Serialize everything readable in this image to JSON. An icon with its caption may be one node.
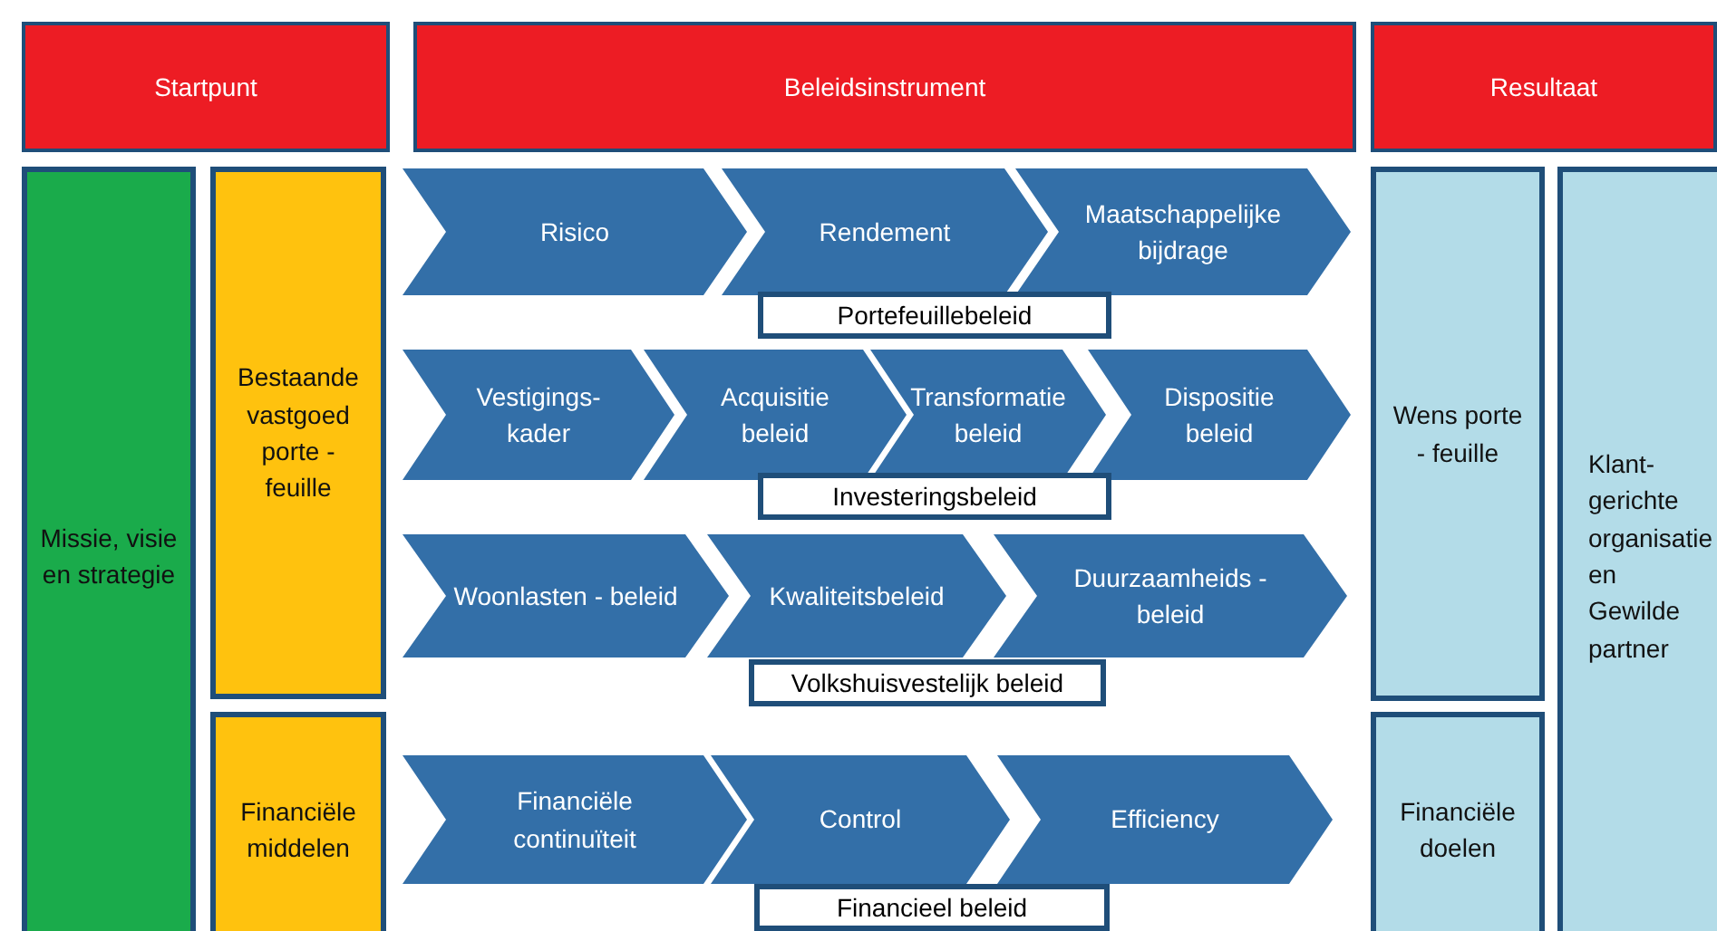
{
  "diagram": {
    "nodes": [
      {
        "text": [
          "Startpunt"
        ]
      },
      {
        "text": [
          "Beleidsinstrument"
        ]
      },
      {
        "text": [
          "Resultaat"
        ]
      },
      {
        "text": [
          "Missie, visie en strategie"
        ]
      },
      {
        "text": [
          "Bestaande vastgoed porte - feuille"
        ]
      },
      {
        "text": [
          "Financiële middelen"
        ]
      },
      {
        "text": [
          "Risico"
        ]
      },
      {
        "text": [
          "Rendement"
        ]
      },
      {
        "text": [
          "Maatschappelijke bijdrage"
        ]
      },
      {
        "text": [
          "Portefeuillebeleid"
        ]
      },
      {
        "text": [
          "Vestigings- kader"
        ]
      },
      {
        "text": [
          "Acquisitie beleid"
        ]
      },
      {
        "text": [
          "Transformatie beleid"
        ]
      },
      {
        "text": [
          "Dispositie beleid"
        ]
      },
      {
        "text": [
          "Investeringsbeleid"
        ]
      },
      {
        "text": [
          "Woonlasten - beleid"
        ]
      },
      {
        "text": [
          "Kwaliteitsbeleid"
        ]
      },
      {
        "text": [
          "Duurzaamheids - beleid"
        ]
      },
      {
        "text": [
          "Volkshuisvestelijk beleid"
        ]
      },
      {
        "text": [
          "Financiële continuïteit"
        ]
      },
      {
        "text": [
          "Control"
        ]
      },
      {
        "text": [
          "Efficiency"
        ]
      },
      {
        "text": [
          "Financieel beleid"
        ]
      },
      {
        "text": [
          "Wens porte - feuille"
        ]
      },
      {
        "text": [
          "Financiële doelen"
        ]
      },
      {
        "text": [
          "Klant- gerichte organisatie en Gewilde partner"
        ]
      }
    ]
  }
}
